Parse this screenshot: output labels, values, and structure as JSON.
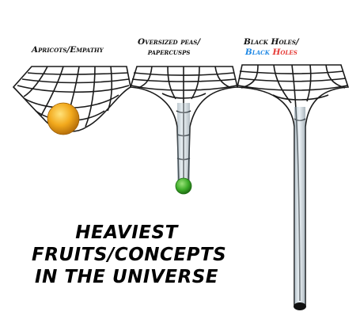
{
  "labels": {
    "apricots": "Apricots/Empathy",
    "peas_line1": "Oversized peas/",
    "peas_line2": "papercusps",
    "blackholes_line1": "Black Holes/",
    "blackholes_blue": "Black",
    "blackholes_red": "Holes"
  },
  "headline": {
    "line1": "HEAVIEST",
    "line2": "FRUITS/CONCEPTS",
    "line3": "IN THE UNIVERSE"
  },
  "colors": {
    "grid": "#1a1a1a",
    "apricot": "#f2a91c",
    "pea": "#3fae2a",
    "blackhole": "#111111",
    "accent_blue": "#1e88e5",
    "accent_red": "#e53935"
  }
}
